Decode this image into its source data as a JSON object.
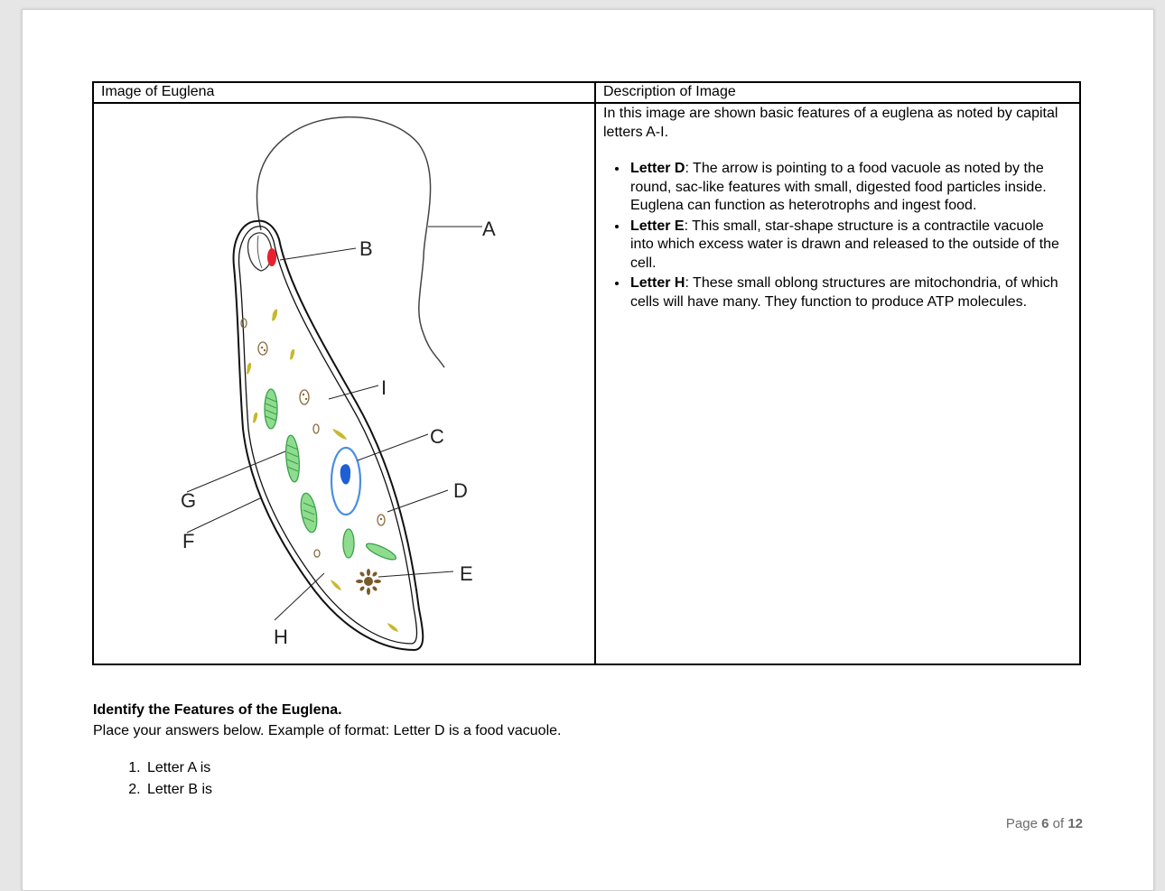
{
  "table": {
    "left_header": "Image of Euglena",
    "right_header": "Description of Image",
    "intro": "In this image are shown basic features of a euglena as noted by capital letters A-I.",
    "features": [
      {
        "term": "Letter D",
        "text": ": The arrow is pointing to a food vacuole as noted by the round, sac-like features with small, digested food particles inside. Euglena can function as heterotrophs and ingest food."
      },
      {
        "term": "Letter E",
        "text": ": This small, star-shape structure is a contractile vacuole into which excess water is drawn and released to the outside of the cell."
      },
      {
        "term": "Letter H",
        "text": ": These small oblong structures are mitochondria, of which cells will have many. They function to produce ATP molecules."
      }
    ]
  },
  "diagram": {
    "labels": [
      "A",
      "B",
      "C",
      "D",
      "E",
      "F",
      "G",
      "H",
      "I"
    ],
    "colors": {
      "eyespot": "#e8202e",
      "nucleus_ring": "#4a8fe0",
      "nucleolus": "#1e5fd6",
      "chloroplast": "#8fdc8f",
      "chloroplast_stroke": "#3aa04a",
      "paramylon": "#c8b82a",
      "vacuole": "#8a6a3a",
      "contractile": "#7a5a2a"
    }
  },
  "questions": {
    "heading": "Identify the Features of the Euglena.",
    "instruction": "Place your answers below. Example of format: Letter D is a food vacuole.",
    "items": [
      "Letter A is",
      "Letter B is"
    ]
  },
  "footer": {
    "page_word": "Page",
    "current": "6",
    "of_word": "of",
    "total": "12"
  }
}
